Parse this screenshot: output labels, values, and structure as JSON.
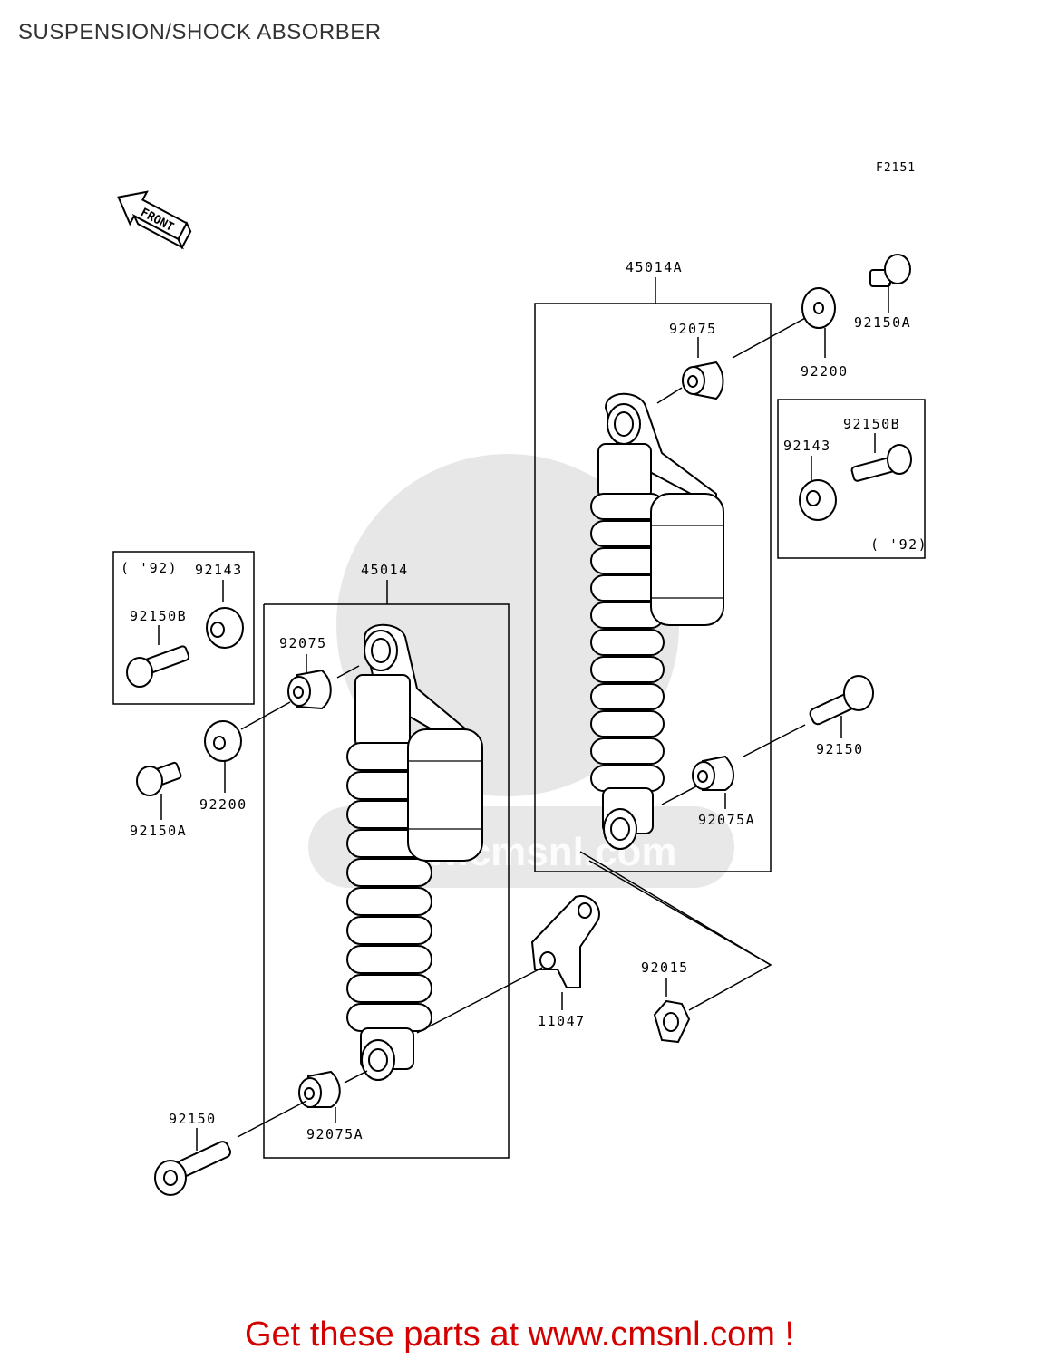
{
  "page": {
    "title": "SUSPENSION/SHOCK ABSORBER"
  },
  "diagram": {
    "ref_code": "F2151",
    "front_label": "FRONT",
    "watermark": "www.cmsnl.com",
    "parts": {
      "p45014A": "45014A",
      "p45014": "45014",
      "p92075_right": "92075",
      "p92075_left": "92075",
      "p92200_right": "92200",
      "p92200_left": "92200",
      "p92150A_right": "92150A",
      "p92150A_left": "92150A",
      "p92150B_right": "92150B",
      "p92150B_left": "92150B",
      "p92143_right": "92143",
      "p92143_left": "92143",
      "p92150_right": "92150",
      "p92150_left": "92150",
      "p92075A_right": "92075A",
      "p92075A_left": "92075A",
      "p92015": "92015",
      "p11047": "11047",
      "year_right": "( '92)",
      "year_left": "( '92)"
    }
  },
  "footer": {
    "link_text": "Get these parts at www.cmsnl.com !"
  }
}
